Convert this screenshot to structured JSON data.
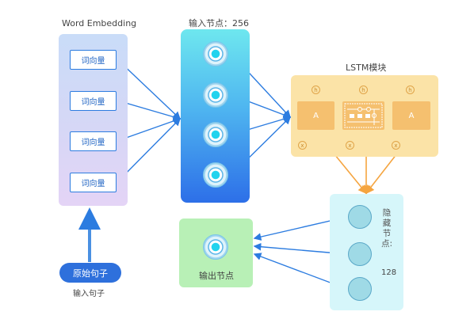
{
  "labels": {
    "word_embedding": "Word Embedding",
    "input_nodes": "输入节点：256",
    "lstm_module": "LSTM模块",
    "hidden_nodes": "隐藏节点:",
    "hidden_count": "128",
    "output_node": "输出节点",
    "input_sentence": "输入句子"
  },
  "vectors": [
    "词向量",
    "词向量",
    "词向量",
    "词向量"
  ],
  "source_button": "原始句子",
  "lstm": {
    "cell_left": "A",
    "cell_right": "A",
    "gate_top": "h",
    "gate_bottom": "x"
  },
  "colors": {
    "accent_blue": "#2e70dc",
    "arrow_blue": "#2c7ce0",
    "arrow_orange": "#f5a540",
    "lstm_bg": "#fbe3a7",
    "hidden_bg": "#d6f6fa",
    "output_bg": "#b8f0b6"
  }
}
